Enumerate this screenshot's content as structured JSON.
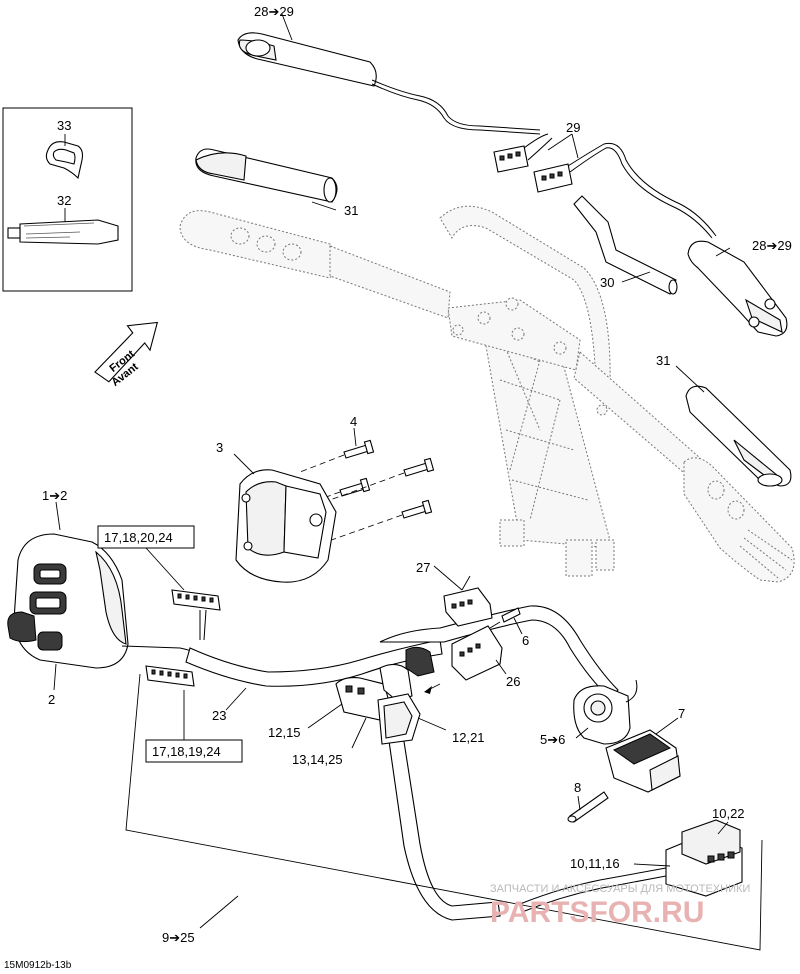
{
  "callouts": {
    "c_28_29_top": "28➔29",
    "c_29": "29",
    "c_33": "33",
    "c_32": "32",
    "c_31_top": "31",
    "c_28_29_right": "28➔29",
    "c_30": "30",
    "c_31_right": "31",
    "c_4": "4",
    "c_3": "3",
    "c_1_2": "1➔2",
    "c_2": "2",
    "c_27": "27",
    "c_6": "6",
    "c_26": "26",
    "c_23": "23",
    "c_12_15": "12,15",
    "c_12_21": "12,21",
    "c_13_14_25": "13,14,25",
    "c_5_6": "5➔6",
    "c_7": "7",
    "c_8": "8",
    "c_10_22": "10,22",
    "c_10_11_16": "10,11,16",
    "c_9_25": "9➔25"
  },
  "boxed_callouts": {
    "upper_connector": "17,18,20,24",
    "lower_connector": "17,18,19,24"
  },
  "direction_arrow": {
    "line1": "Front",
    "line2": "Avant"
  },
  "figure_id": "15M0912b-13b",
  "watermark": {
    "caption": "ЗАПЧАСТИ И АКСЕССУАРЫ ДЛЯ МОТОТЕХНИКИ",
    "logo": "PARTSFOR.RU"
  }
}
